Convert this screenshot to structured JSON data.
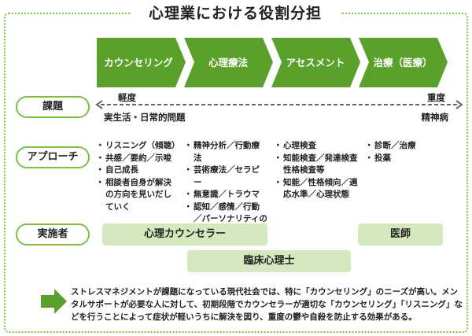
{
  "title": "心理業における役割分担",
  "phases": [
    "カウンセリング",
    "心理療法",
    "アセスメント",
    "治療（医療）"
  ],
  "rows": {
    "issue": "課題",
    "approach": "アプローチ",
    "practitioner": "実施者"
  },
  "scale": {
    "left_top": "軽度",
    "left_bottom": "実生活・日常的問題",
    "right_top": "重度",
    "right_bottom": "精神病"
  },
  "approaches": [
    [
      "リスニング（傾聴）",
      "共感／要約／示唆",
      "自己成長",
      "相談者自身が解決の方向を見いだしていく"
    ],
    [
      "精神分析／行動療法",
      "芸術療法／セラピー",
      "無意識／トラウマ",
      "認知／感情／行動／パーソナリティの変容"
    ],
    [
      "心理検査",
      "知能検査／発達検査性格検査等",
      "知能／性格傾向／適応水準／心理状態"
    ],
    [
      "診断／治療",
      "投薬"
    ]
  ],
  "practitioners": {
    "counselor": "心理カウンセラー",
    "doctor": "医師",
    "clinical": "臨床心理士"
  },
  "note": "ストレスマネジメントが課題になっている現代社会では、特に「カウンセリング」のニーズが高い。メンタルサポートが必要な人に対して、初期段階でカウンセラーが適切な「カウンセリング」「リスニング」などを行うことによって症状が軽いうちに解決を図り、重度の鬱や自殺を防止する効果がある。",
  "colors": {
    "accent": "#5aa12b",
    "light": "#d5e9bf",
    "border": "#7dc242"
  }
}
